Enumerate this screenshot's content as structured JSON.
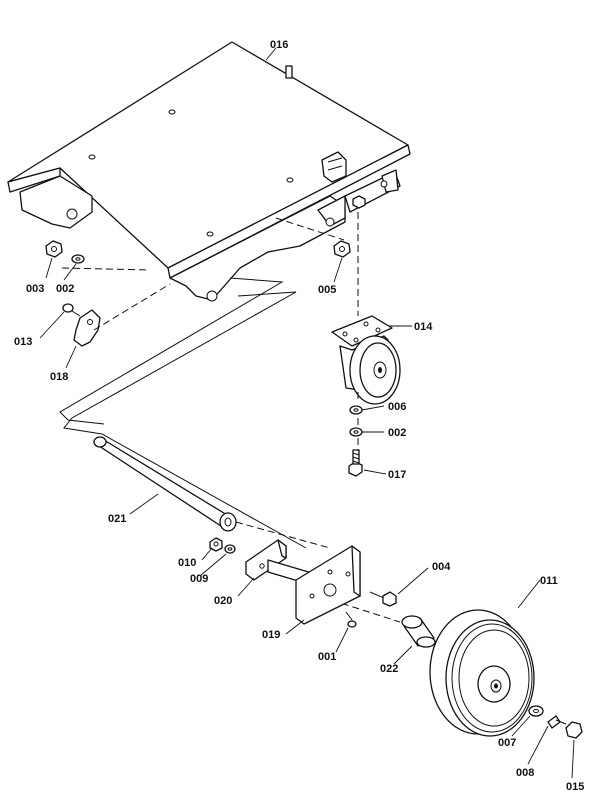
{
  "diagram": {
    "callouts": [
      {
        "id": "016",
        "text": "016"
      },
      {
        "id": "003",
        "text": "003"
      },
      {
        "id": "002a",
        "text": "002"
      },
      {
        "id": "005",
        "text": "005"
      },
      {
        "id": "013",
        "text": "013"
      },
      {
        "id": "018",
        "text": "018"
      },
      {
        "id": "014",
        "text": "014"
      },
      {
        "id": "006",
        "text": "006"
      },
      {
        "id": "002b",
        "text": "002"
      },
      {
        "id": "017",
        "text": "017"
      },
      {
        "id": "021",
        "text": "021"
      },
      {
        "id": "010",
        "text": "010"
      },
      {
        "id": "009",
        "text": "009"
      },
      {
        "id": "020",
        "text": "020"
      },
      {
        "id": "004",
        "text": "004"
      },
      {
        "id": "011",
        "text": "011"
      },
      {
        "id": "019",
        "text": "019"
      },
      {
        "id": "001",
        "text": "001"
      },
      {
        "id": "022",
        "text": "022"
      },
      {
        "id": "007",
        "text": "007"
      },
      {
        "id": "008",
        "text": "008"
      },
      {
        "id": "015",
        "text": "015"
      }
    ]
  }
}
